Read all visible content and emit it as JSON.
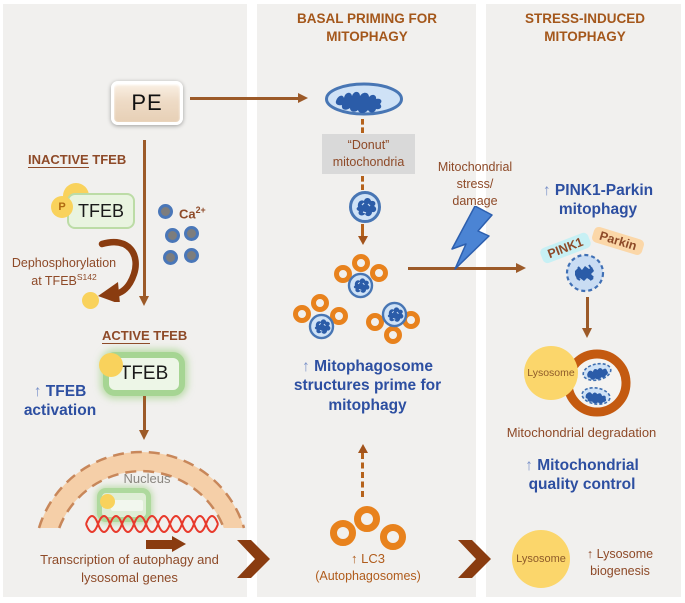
{
  "colors": {
    "panel_bg": "#f1f0ee",
    "brown_text": "#8e4a28",
    "header_brown": "#a4571b",
    "blue_text": "#2d4fa1",
    "orange_ring": "#e8821d",
    "arrow_brown": "#9c5a28",
    "dark_brown": "#8a3c10",
    "lysosome_yellow": "#fbd66b",
    "mito_blue": "#2b5ca8"
  },
  "left_panel": {
    "pe_label": "PE",
    "inactive_underlined": "INACTIVE",
    "inactive_rest": "TFEB",
    "tfeb_inactive_label": "TFEB",
    "phospho_label": "P",
    "ca_label": "Ca",
    "ca_superscript": "2+",
    "dephospho_lines": [
      "Dephosphorylation",
      "at TFEB"
    ],
    "dephospho_superscript": "S142",
    "active_underlined": "ACTIVE",
    "active_rest": "TFEB",
    "tfeb_active_label": "TFEB",
    "tfeb_activation_arrow": "↑",
    "tfeb_activation_text": "TFEB activation",
    "nucleus_label": "Nucleus",
    "transcription_caption": "Transcription of autophagy and lysosomal genes"
  },
  "middle_panel": {
    "header": "BASAL PRIMING FOR MITOPHAGY",
    "donut_caption": "“Donut” mitochondria",
    "mitophagosome_arrow": "↑",
    "mitophagosome_text": "Mitophagosome structures prime for mitophagy",
    "lc3_lines": [
      "↑ LC3",
      "(Autophagosomes)"
    ]
  },
  "right_panel": {
    "header": "STRESS-INDUCED MITOPHAGY",
    "stress_lines": [
      "Mitochondrial",
      "stress/",
      "damage"
    ],
    "pink1_parkin_arrow": "↑",
    "pink1_parkin_text": "PINK1-Parkin mitophagy",
    "pink1_tag": "PINK1",
    "parkin_tag": "Parkin",
    "lysosome_top_label": "Lysosome",
    "degradation_caption": "Mitochondrial degradation",
    "quality_arrow": "↑",
    "quality_text": "Mitochondrial quality control",
    "lysosome_bottom_label": "Lysosome",
    "biogenesis_caption": "↑ Lysosome biogenesis"
  }
}
